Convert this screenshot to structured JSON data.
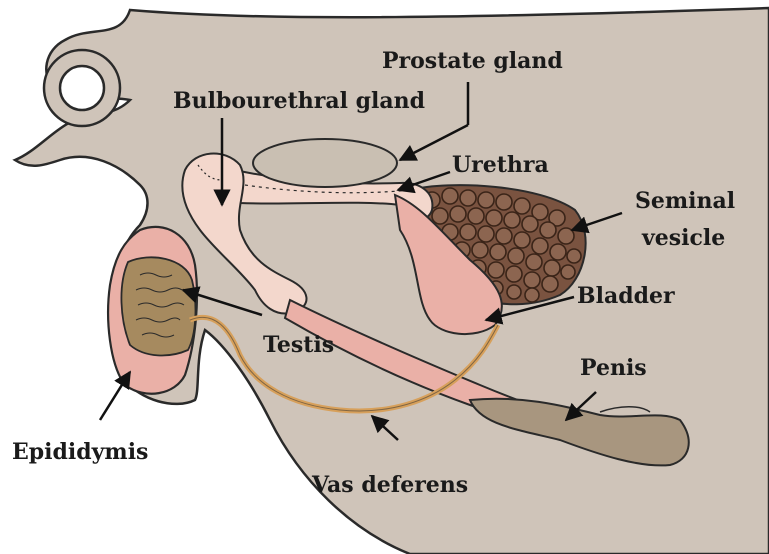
{
  "labels": {
    "prostate_gland": "Prostate gland",
    "bulbourethral_gland": "Bulbourethral gland",
    "urethra": "Urethra",
    "seminal_vesicle_line1": "Seminal",
    "seminal_vesicle_line2": "vesicle",
    "bladder": "Bladder",
    "testis": "Testis",
    "penis": "Penis",
    "epididymis": "Epididymis",
    "vas_deferens": "Vas deferens"
  },
  "colors": {
    "body": "#cfc4b9",
    "outline": "#2a2a2a",
    "tract_pink": "#eab0a7",
    "tract_light": "#f3d7cc",
    "prostate": "#c9bfb2",
    "vesicle": "#7a5340",
    "testis": "#a68a5f",
    "duct": "#d7a05b"
  }
}
